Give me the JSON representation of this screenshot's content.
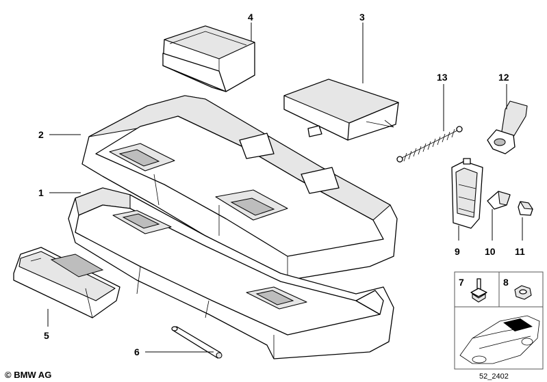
{
  "callouts": {
    "c1": "1",
    "c2": "2",
    "c3": "3",
    "c4": "4",
    "c5": "5",
    "c6": "6",
    "c7": "7",
    "c8": "8",
    "c9": "9",
    "c10": "10",
    "c11": "11",
    "c12": "12",
    "c13": "13"
  },
  "footer": {
    "copyright": "© BMW AG",
    "doc_id": "52_2402"
  }
}
